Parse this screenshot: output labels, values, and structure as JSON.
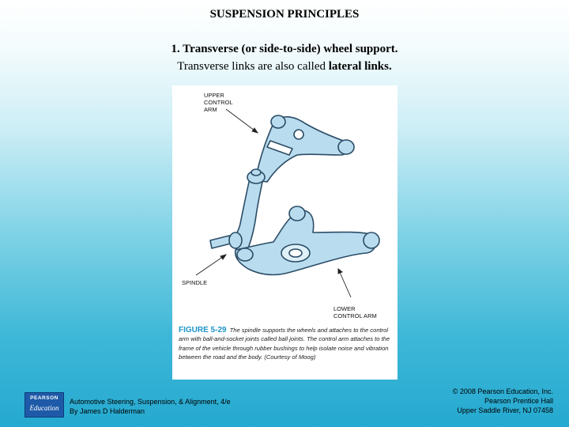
{
  "slide": {
    "title": "SUSPENSION PRINCIPLES",
    "subtitle_line1": "1.  Transverse (or side-to-side) wheel support.",
    "subtitle_line2_pre": "Transverse links are also called ",
    "subtitle_line2_bold": "lateral links."
  },
  "figure": {
    "label_upper": "UPPER\nCONTROL\nARM",
    "label_spindle": "SPINDLE",
    "label_lower": "LOWER\nCONTROL ARM",
    "caption_fig": "FIGURE 5-29",
    "caption_text": "The spindle supports the wheels and attaches to the control arm with ball-and-socket joints called ball joints. The control arm attaches to the frame of the vehicle through rubber bushings to help isolate noise and vibration between the road and the body.",
    "caption_credit": "(Courtesy of Moog)",
    "colors": {
      "part_fill": "#b9dcef",
      "part_stroke": "#2b4d66",
      "caption_accent": "#1b94c8"
    }
  },
  "footer": {
    "logo_top": "PEARSON",
    "logo_bottom": "Education",
    "book_line1": "Automotive Steering, Suspension, & Alignment, 4/e",
    "book_line2": "By James D Halderman",
    "copyright_line1": "© 2008 Pearson Education, Inc.",
    "copyright_line2": "Pearson Prentice Hall",
    "copyright_line3": "Upper Saddle River, NJ 07458"
  }
}
